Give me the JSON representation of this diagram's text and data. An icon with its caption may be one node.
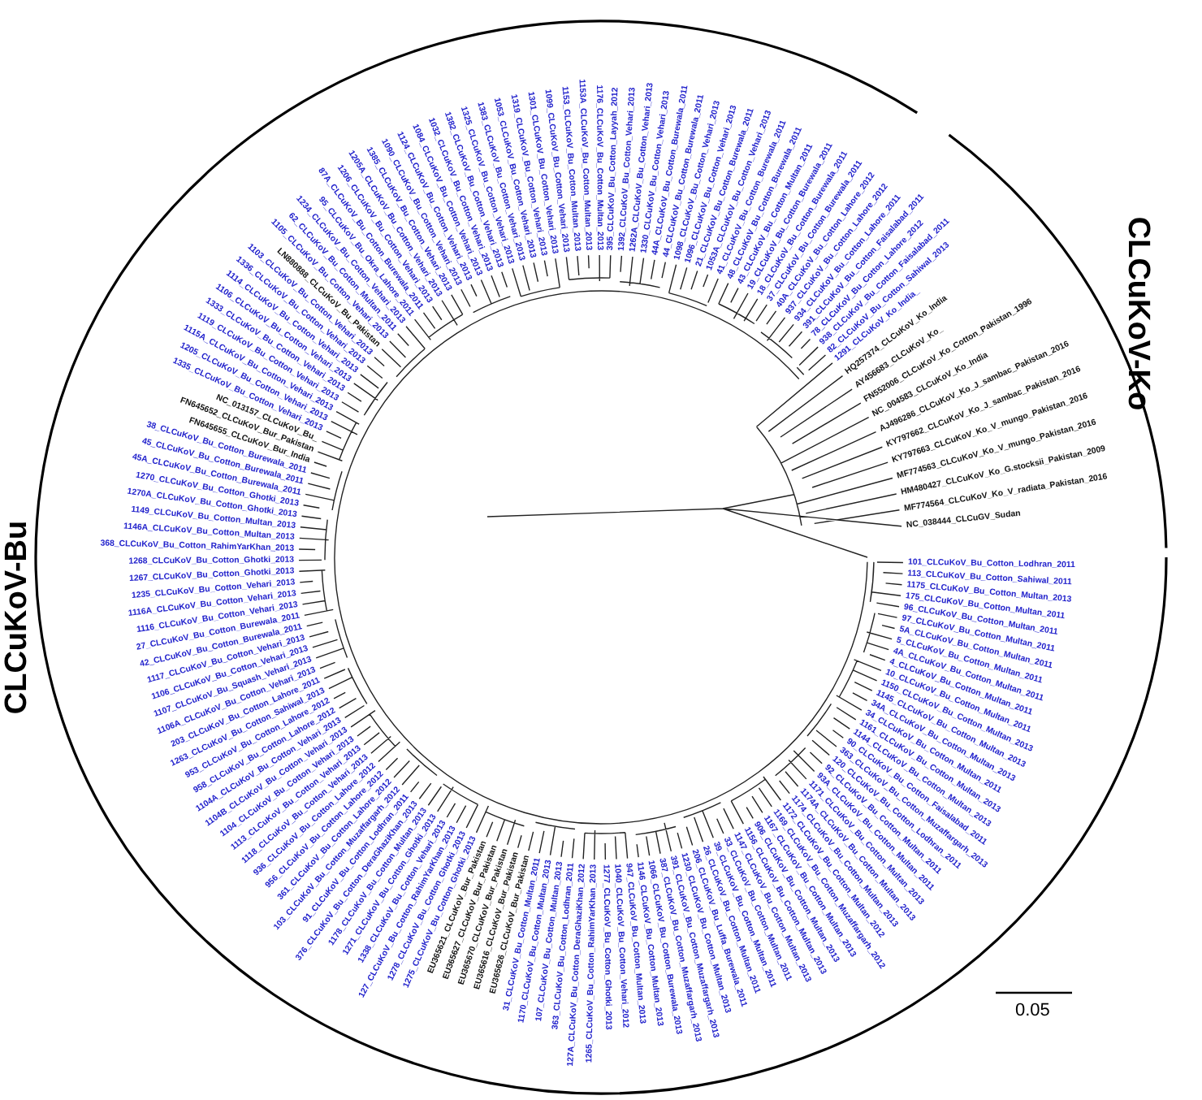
{
  "diagram": {
    "labels": [
      "CLCuKoV-Bu",
      "CLCuKoV-Ko",
      "368_CLCuKoV_Bu_Cotton_RahimYarKhan_2013",
      "1146A_CLCuKoV_Bu_Cotton_Multan_2013",
      "1149_CLCuKoV_Bu_Cotton_Multan_2013",
      "1270A_CLCuKoV_Bu_Cotton_Ghotki_2013",
      "1270_CLCuKoV_Bu_Cotton_Ghotki_2013",
      "45A_CLCuKoV_Bu_Cotton_Burewala_2011",
      "45_CLCuKoV_Bu_Cotton_Burewala_2011",
      "38_CLCuKoV_Bu_Cotton_Burewala_2011",
      "FN645655_CLCuKoV_Bur_India",
      "FN645652_CLCuKoV_Bur_Pakistan",
      "NC_013157_CLCuKoV_Bu_",
      "1335_CLCuKoV_Bu_Cotton_Vehari_2013",
      "1205_CLCuKoV_Bu_Cotton_Vehari_2013",
      "1115A_CLCuKoV_Bu_Cotton_Vehari_2013",
      "1119_CLCuKoV_Bu_Cotton_Vehari_2013",
      "1333_CLCuKoV_Bu_Cotton_Vehari_2013",
      "1106_CLCuKoV_Bu_Cotton_Vehari_2013",
      "1114_CLCuKoV_Bu_Cotton_Vehari_2013",
      "1336_CLCuKoV_Bu_Cotton_Vehari_2013",
      "1103_CLCuKoV_Bu_Cotton_Vehari_2013",
      "LN880888_CLCuKoV_Bu_Pakistan",
      "1105_CLCuKoV_Bu_Cotton_Vehari_2013",
      "62_CLCuKoV_Bu_Cotton_Multan_2011",
      "1234_CLCuKoV_Bu_Cotton_Vehari_2013",
      "95_CLCuKoV_Bu_Okra_Lahore_2011",
      "87A_CLCuKoV_Bu_Cotton_Burewala_2011",
      "1206_CLCuKoV_Bu_Cotton_Vehari_2013",
      "1205A_CLCuKoV_Bu_Cotton_Vehari_2013",
      "1385_CLCuKoV_Bu_Cotton_Vehari_2013",
      "1090_CLCuKoV_Bu_Cotton_Vehari_2013",
      "1124_CLCuKoV_Bu_Cotton_Vehari_2013",
      "1084_CLCuKoV_Bu_Cotton_Vehari_2013",
      "1032_CLCuKoV_Bu_Cotton_Vehari_2013",
      "1382_CLCuKoV_Bu_Cotton_Vehari_2013",
      "1325_CLCuKoV_Bu_Cotton_Vehari_2013",
      "1383_CLCuKoV_Bu_Cotton_Vehari_2013",
      "1053_CLCuKoV_Bu_Cotton_Vehari_2013",
      "1319_CLCuKoV_Bu_Cotton_Vehari_2013",
      "1301_CLCuKoV_Bu_Cotton_Vehari_2013",
      "1099_CLCuKoV_Bu_Cotton_Vehari_2013",
      "1153_CLCuKoV_Bu_Cotton_Multan_2013",
      "1153A_CLCuKoV_Bu_Cotton_Multan_2013",
      "1176_CLCuKoV_Bu_Cotton_Multan_2013",
      "395_CLCuKoV_Bu_Cotton_Layyah_2012",
      "1392_CLCuKoV_Bu_Cotton_Vehari_2013",
      "1262A_CLCuKoV_Bu_Cotton_Vehari_2013",
      "1330_CLCuKoV_Bu_Cotton_Vehari_2013",
      "44A_CLCuKoV_Bu_Cotton_Burewala_2011",
      "44_CLCuKoV_Bu_Cotton_Burewala_2011",
      "1098_CLCuKoV_Bu_Cotton_Vehari_2013",
      "1096_CLCuKoV_Bu_Cotton_Vehari_2013",
      "21_CLCuKoV_Bu_Cotton_Burewala_2011",
      "1053A_CLCuKoV_Bu_Cotton_Vehari_2013",
      "41_CLCuKoV_Bu_Cotton_Burewala_2011",
      "48_CLCuKoV_Bu_Cotton_Burewala_2011",
      "43_CLCuKoV_Bu_Cotton_Multan_2011",
      "19_CLCuKoV_Bu_Cotton_Burewala_2011",
      "18_CLCuKoV_Bu_Cotton_Burewala_2011",
      "37_CLCuKoV_Bu_Cotton_Burewala_2011",
      "40A_CLCuKoV_Bu_Cotton_Lahore_2012",
      "937_CLCuKoV_Bu_Cotton_Lahore_2012",
      "934_CLCuKoV_Bu_Cotton_Lahore_2011",
      "391_CLCuKoV_Bu_Cotton_Faisalabad_2011",
      "78_CLCuKoV_Bu_Cotton_Lahore_2012",
      "938_CLCuKoV_Bu_Cotton_Faisalabad_2011",
      "82_CLCuKoV_Bu_Cotton_Sahiwal_2013",
      "1291_CLCuKoV_Ko_India_",
      "HQ257374_CLCuKoV_Ko_India",
      "AY456683_CLCuKoV_Ko_",
      "FN552006_CLCuKoV_Ko_Cotton_Pakistan_1996",
      "NC_004583_CLCuKoV_Ko_India",
      "AJ496286_CLCuKoV_Ko_J_sambac_Pakistan_2016",
      "KY797662_CLCuKoV_Ko_J_sambac_Pakistan_2016",
      "KY797663_CLCuKoV_Ko_V_mungo_Pakistan_2016",
      "MF774563_CLCuKoV_Ko_V_mungo_Pakistan_2016",
      "HM480427_CLCuKoV_Ko_G.stocksii_Pakistan_2009",
      "MF774564_CLCuKoV_Ko_V_radiata_Pakistan_2016",
      "NC_038444_CLCuGV_Sudan",
      "1268_CLCuKoV_Bu_Cotton_Ghotki_2013",
      "1267_CLCuKoV_Bu_Cotton_Ghotki_2013",
      "1235_CLCuKoV_Bu_Cotton_Vehari_2013",
      "1116A_CLCuKoV_Bu_Cotton_Vehari_2013",
      "1116_CLCuKoV_Bu_Cotton_Vehari_2013",
      "27_CLCuKoV_Bu_Cotton_Burewala_2011",
      "42_CLCuKoV_Bu_Cotton_Burewala_2011",
      "1117_CLCuKoV_Bu_Cotton_Vehari_2013",
      "1106_CLCuKoV_Bu_Cotton_Vehari_2013",
      "1107_CLCuKoV_Bu_Squash_Vehari_2013",
      "1106A_CLCuKoV_Bu_Cotton_Vehari_2013",
      "203_CLCuKoV_Bu_Cotton_Lahore_2011",
      "1263_CLCuKoV_Bu_Cotton_Sahiwal_2013",
      "953_CLCuKoV_Bu_Cotton_Lahore_2012",
      "958_CLCuKoV_Bu_Cotton_Lahore_2012",
      "1104A_CLCuKoV_Bu_Cotton_Vehari_2013",
      "1104B_CLCuKoV_Bu_Cotton_Vehari_2013",
      "1104_CLCuKoV_Bu_Cotton_Vehari_2013",
      "1113_CLCuKoV_Bu_Cotton_Vehari_2013",
      "1118_CLCuKoV_Bu_Cotton_Vehari_2013",
      "936_CLCuKoV_Bu_Cotton_Lahore_2012",
      "956_CLCuKoV_Bu_Cotton_Lahore_2012",
      "361_CLCuKoV_Bu_Cotton_Lahore_2012",
      "103_CLCuKoV_Bu_Cotton_Muzaffargarh_2012",
      "91_CLCuKoV_Bu_Cotton_Lodhran_2011",
      "376_CLCuKoV_Bu_Cotton_DeraGhaziKhan_2013",
      "1178_CLCuKoV_Bu_Cotton_Multan_2013",
      "1271_CLCuKoV_Bu_Cotton_Ghotki_2013",
      "1338_CLCuKoV_Bu_Cotton_Vehari_2013",
      "127_CLCuKoV_Bu_Cotton_RahimYarKhan_2013",
      "1278_CLCuKoV_Bu_Cotton_Ghotki_2013",
      "1275_CLCuKoV_Bu_Cotton_Ghotki_2013",
      "EU365621_CLCuKoV_Bur_Pakistan",
      "EU365627_CLCuKoV_Bur_Pakistan",
      "EU365670_CLCuKoV_Bur_Pakistan",
      "EU365616_CLCuKoV_Bur_Pakistan",
      "EU365626_CLCuKoV_Bur_Pakistan",
      "31_CLCuKoV_Bu_Cotton_Multan_2011",
      "1170_CLCuKoV_Bu_Cotton_Multan_2013",
      "107_CLCuKoV_Bu_Cotton_Multan_2013",
      "363_CLCuKoV_Bu_Cotton_Lodhran_2011",
      "127A_CLCuKoV_Bu_Cotton_DeraGhaziKhan_2012",
      "1265_CLCuKoV_Bu_Cotton_RahimYarKhan_2013",
      "1277_CLCuKoV_Bu_Cotton_Ghotki_2013",
      "1040_CLCuKoV_Bu_Cotton_Vehari_2012",
      "947_CLCuKoV_Bu_Cotton_Multan_2013",
      "1146_CLCuKoV_Bu_Cotton_Multan_2013",
      "1066_CLCuKoV_Bu_Cotton_Burewala_2013",
      "387_CLCuKoV_Bu_Cotton_Muzaffargarh_2013",
      "391_CLCuKoV_Bu_Cotton_Muzaffargarh_2013",
      "1230_CLCuKoV_Bu_Cotton_Multan_2013",
      "206_CLCuKoV_Bu_Luffa_Burewala_2011",
      "26_CLCuKoV_Bu_Cotton_Multan_2011",
      "39_CLCuKoV_Bu_Cotton_Multan_2011",
      "33_CLCuKoV_Bu_Cotton_Multan_2011",
      "1147_CLCuKoV_Bu_Cotton_Multan_2013",
      "1156_CLCuKoV_Bu_Cotton_Multan_2013",
      "906_CLCuKoV_Bu_Cotton_Multan_2013",
      "1167_CLCuKoV_Bu_Cotton_Multan_2013",
      "1169_CLCuKoV_Bu_Cotton_Muzaffargarh_2012",
      "1172_CLCuKoV_Bu_Cotton_Multan_2012",
      "1174_CLCuKoV_Bu_Cotton_Multan_2013",
      "1174A_CLCuKoV_Bu_Cotton_Multan_2013",
      "1171_CLCuKoV_Bu_Cotton_Multan_2013",
      "93A_CLCuKoV_Bu_Cotton_Multan_2011",
      "92_CLCuKoV_Bu_Cotton_Multan_2011",
      "120_CLCuKoV_Bu_Cotton_Lodhran_2011",
      "363_CLCuKoV_Bu_Cotton_Muzaffargarh_2013",
      "90_CLCuKoV_Bu_Cotton_Faisalabad_2011",
      "1144_CLCuKoV_Bu_Cotton_Multan_2013",
      "1161_CLCuKoV_Bu_Cotton_Multan_2013",
      "34_CLCuKoV_Bu_Cotton_Multan_2011",
      "34A_CLCuKoV_Bu_Cotton_Multan_2013",
      "1145_CLCuKoV_Bu_Cotton_Multan_2013",
      "1150_CLCuKoV_Bu_Cotton_Multan_2013",
      "10_CLCuKoV_Bu_Cotton_Multan_2011",
      "4_CLCuKoV_Bu_Cotton_Multan_2011",
      "4A_CLCuKoV_Bu_Cotton_Multan_2011",
      "5_CLCuKoV_Bu_Cotton_Multan_2011",
      "5A_CLCuKoV_Bu_Cotton_Multan_2011",
      "97_CLCuKoV_Bu_Cotton_Multan_2011",
      "96_CLCuKoV_Bu_Cotton_Multan_2011",
      "175_CLCuKoV_Bu_Cotton_Multan_2011",
      "1175_CLCuKoV_Bu_Cotton_Multan_2013",
      "113_CLCuKoV_Bu_Cotton_Sahiwal_2011",
      "101_CLCuKoV_Bu_Cotton_Lodhran_2011",
      "0.05"
    ]
  }
}
